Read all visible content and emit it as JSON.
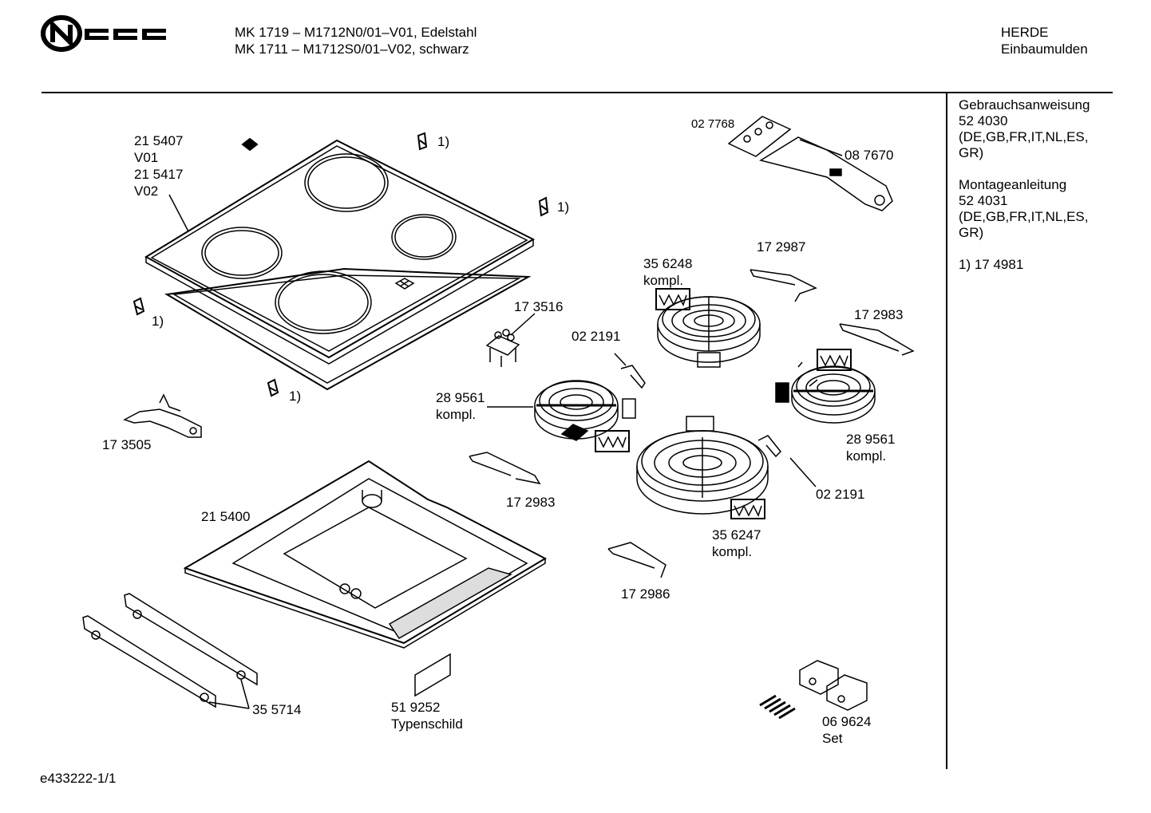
{
  "brand": "NEFF",
  "header": {
    "model_line_1": "MK 1719 – M1712N0/01–V01, Edelstahl",
    "model_line_2": "MK 1711 – M1712S0/01–V02, schwarz",
    "category_1": "HERDE",
    "category_2": "Einbaumulden"
  },
  "sidebar": {
    "manual_title": "Gebrauchsanweisung",
    "manual_number": "52 4030",
    "manual_languages": "(DE,GB,FR,IT,NL,ES, GR)",
    "install_title": "Montageanleitung",
    "install_number": "52 4031",
    "install_languages": "(DE,GB,FR,IT,NL,ES, GR)",
    "footnote": "1) 17 4981"
  },
  "labels": {
    "glass_top_a": "21 5407",
    "glass_top_a_var": "V01",
    "glass_top_b": "21 5417",
    "glass_top_b_var": "V02",
    "fn_clip_1": "1)",
    "fn_clip_2": "1)",
    "fn_clip_3": "1)",
    "fn_clip_4": "1)",
    "scraper_blades": "02 7768",
    "scraper": "08 7670",
    "holder_17_3516": "17 3516",
    "part_17_3505": "17 3505",
    "rail_17_2987": "17 2987",
    "heater_356248": "35 6248",
    "heater_356248_kompl": "kompl.",
    "rail_17_2983_top": "17 2983",
    "limiter_022191_a": "02 2191",
    "heater_289561_left": "28 9561",
    "heater_289561_left_kompl": "kompl.",
    "heater_289561_right": "28 9561",
    "heater_289561_right_kompl": "kompl.",
    "limiter_022191_b": "02 2191",
    "rail_17_2983_bottom": "17 2983",
    "heater_356247": "35 6247",
    "heater_356247_kompl": "kompl.",
    "base_215400": "21 5400",
    "rail_17_2986": "17 2986",
    "bracket_355714": "35 5714",
    "rating_plate": "51 9252",
    "rating_plate_name": "Typenschild",
    "terminal_set": "06 9624",
    "terminal_set_name": "Set"
  },
  "footer": {
    "doc_id": "e433222-1/1"
  }
}
